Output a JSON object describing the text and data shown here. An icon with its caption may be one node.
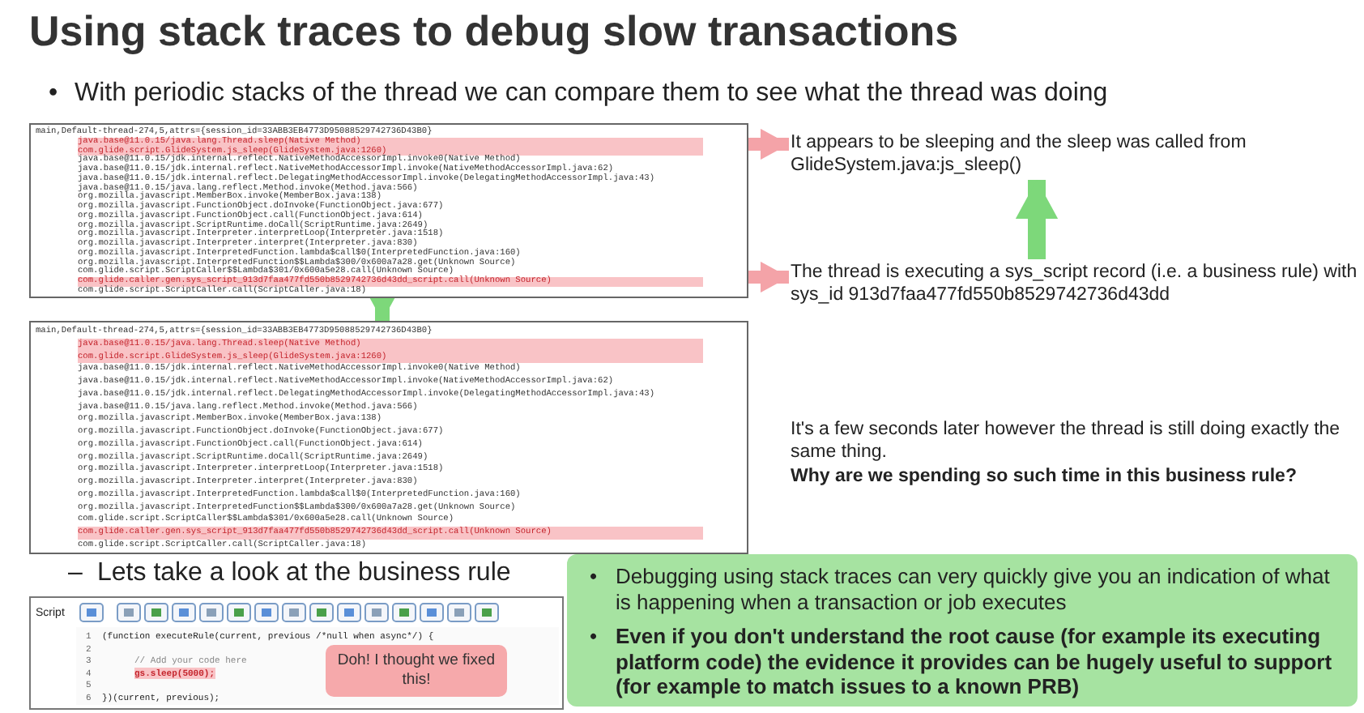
{
  "diagram": {
    "title": "Using stack traces to debug slow transactions",
    "nodes": [
      {
        "text": [
          "main,Default-thread-274,5,attrs={session_id=33ABB3EB4773D95088529742736D43B0}",
          "java.base@11.0.15/java.lang.Thread.sleep(Native Method)",
          "com.glide.script.GlideSystem.js_sleep(GlideSystem.java:1260)",
          "java.base@11.0.15/jdk.internal.reflect.NativeMethodAccessorImpl.invoke0(Native Method)",
          "java.base@11.0.15/jdk.internal.reflect.NativeMethodAccessorImpl.invoke(NativeMethodAccessorImpl.java:62)",
          "java.base@11.0.15/jdk.internal.reflect.DelegatingMethodAccessorImpl.invoke(DelegatingMethodAccessorImpl.java:43)",
          "java.base@11.0.15/java.lang.reflect.Method.invoke(Method.java:566)",
          "org.mozilla.javascript.MemberBox.invoke(MemberBox.java:138)",
          "org.mozilla.javascript.FunctionObject.doInvoke(FunctionObject.java:677)",
          "org.mozilla.javascript.FunctionObject.call(FunctionObject.java:614)",
          "org.mozilla.javascript.ScriptRuntime.doCall(ScriptRuntime.java:2649)",
          "org.mozilla.javascript.Interpreter.interpretLoop(Interpreter.java:1518)",
          "org.mozilla.javascript.Interpreter.interpret(Interpreter.java:830)",
          "org.mozilla.javascript.InterpretedFunction.lambda$call$0(InterpretedFunction.java:160)",
          "org.mozilla.javascript.InterpretedFunction$$Lambda$300/0x600a7a28.get(Unknown Source)",
          "com.glide.script.ScriptCaller$$Lambda$301/0x600a5e28.call(Unknown Source)",
          "com.glide.caller.gen.sys_script_913d7faa477fd550b8529742736d43dd_script.call(Unknown Source)",
          "com.glide.script.ScriptCaller.call(ScriptCaller.java:18)"
        ]
      },
      {
        "text": [
          "It appears to be sleeping and the sleep was called from GlideSystem.java:js_sleep()"
        ]
      },
      {
        "text": [
          "The thread is executing a sys_script record (i.e. a business rule) with sys_id 913d7faa477fd550b8529742736d43dd"
        ]
      },
      {
        "text": [
          "main,Default-thread-274,5,attrs={session_id=33ABB3EB4773D95088529742736D43B0}",
          "java.base@11.0.15/java.lang.Thread.sleep(Native Method)",
          "com.glide.script.GlideSystem.js_sleep(GlideSystem.java:1260)",
          "java.base@11.0.15/jdk.internal.reflect.NativeMethodAccessorImpl.invoke0(Native Method)",
          "java.base@11.0.15/jdk.internal.reflect.NativeMethodAccessorImpl.invoke(NativeMethodAccessorImpl.java:62)",
          "java.base@11.0.15/jdk.internal.reflect.DelegatingMethodAccessorImpl.invoke(DelegatingMethodAccessorImpl.java:43)",
          "java.base@11.0.15/java.lang.reflect.Method.invoke(Method.java:566)",
          "org.mozilla.javascript.MemberBox.invoke(MemberBox.java:138)",
          "org.mozilla.javascript.FunctionObject.doInvoke(FunctionObject.java:677)",
          "org.mozilla.javascript.FunctionObject.call(FunctionObject.java:614)",
          "org.mozilla.javascript.ScriptRuntime.doCall(ScriptRuntime.java:2649)",
          "org.mozilla.javascript.Interpreter.interpretLoop(Interpreter.java:1518)",
          "org.mozilla.javascript.Interpreter.interpret(Interpreter.java:830)",
          "org.mozilla.javascript.InterpretedFunction.lambda$call$0(InterpretedFunction.java:160)",
          "org.mozilla.javascript.InterpretedFunction$$Lambda$300/0x600a7a28.get(Unknown Source)",
          "com.glide.script.ScriptCaller$$Lambda$301/0x600a5e28.call(Unknown Source)",
          "com.glide.caller.gen.sys_script_913d7faa477fd550b8529742736d43dd_script.call(Unknown Source)",
          "com.glide.script.ScriptCaller.call(ScriptCaller.java:18)"
        ]
      },
      {
        "text": [
          "Script",
          "1",
          "(function executeRule(current, previous /*null when async*/) {",
          "2",
          "3",
          "// Add your code here",
          "4",
          "gs.sleep(5000);",
          "5",
          "6",
          "})(current, previous);"
        ]
      },
      {
        "text": [
          "Doh! I thought we fixed this!"
        ],
        "in": 4
      },
      {
        "text": [
          "•",
          "Debugging using stack traces can very quickly give you an indication of what is happening when a transaction or job executes",
          "•",
          "Even if you don't understand the root cause (for example its executing platform code) the evidence it provides can be hugely useful to support (for example to match issues to a known PRB)"
        ]
      }
    ],
    "edges": [
      {
        "from": 0,
        "to": 1,
        "arrow": "to",
        "color": "#f4a3a8"
      },
      {
        "from": 0,
        "to": 2,
        "arrow": "to",
        "color": "#f4a3a8"
      },
      {
        "from": 2,
        "to": 1,
        "arrow": "to",
        "color": "#7dd87a"
      },
      {
        "from": 0,
        "to": 3,
        "arrow": "to",
        "color": "#7dd87a"
      }
    ],
    "labels": [
      "•",
      "With periodic stacks of the thread we can compare them to see what the thread was doing",
      "It's a few seconds later however the thread is still doing exactly the same thing.",
      "Why are we spending so such time in this business rule?",
      "–",
      "Lets take a look at the business rule"
    ]
  }
}
